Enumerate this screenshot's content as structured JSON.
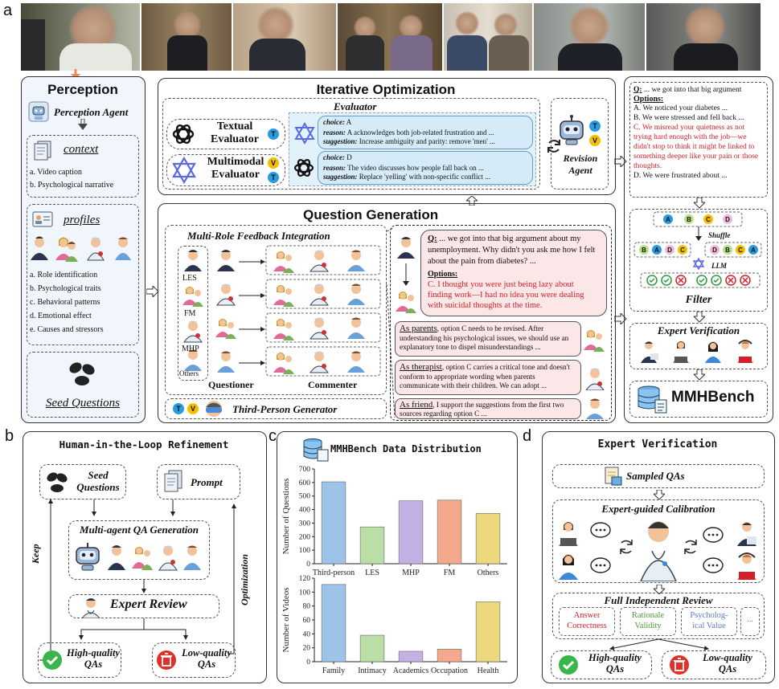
{
  "panels": {
    "a": "a",
    "b": "b",
    "c": "c",
    "d": "d"
  },
  "perception": {
    "title": "Perception",
    "agent": "Perception Agent",
    "context_title": "context",
    "context_items": [
      "a. Video caption",
      "b. Psychological narrative"
    ],
    "profiles_title": "profiles",
    "profile_items": [
      "a. Role identification",
      "b. Psychological traits",
      "c. Behavioral patterns",
      "d. Emotional effect",
      "e. Causes and stressors"
    ],
    "seed": "Seed Questions"
  },
  "iterative": {
    "title": "Iterative Optimization",
    "evaluator_title": "Evaluator",
    "textual": [
      "Textual",
      "Evaluator"
    ],
    "multimodal": [
      "Multimodal",
      "Evaluator"
    ],
    "eval1": {
      "choice_k": "choice:",
      "choice_v": " A",
      "reason_k": "reason:",
      "reason_v": " A acknowledges both job-related frustration and ...",
      "sugg_k": "suggestion:",
      "sugg_v": " Increase ambiguity and parity: remove 'men' ..."
    },
    "eval2": {
      "choice_k": "choice:",
      "choice_v": " D",
      "reason_k": "reason:",
      "reason_v": " The video discusses how people fall back on ...",
      "sugg_k": "suggestion:",
      "sugg_v": " Replace 'yelling' with non-specific conflict ..."
    },
    "revision": [
      "Revision",
      "Agent"
    ],
    "badge_t": "T",
    "badge_v": "V"
  },
  "question_gen": {
    "title": "Question Generation",
    "multi_role": "Multi-Role Feedback Integration",
    "roles": [
      "LES",
      "FM",
      "MHP",
      "Others"
    ],
    "questioner": "Questioner",
    "commenter": "Commenter",
    "third_person": "Third-Person Generator",
    "q_label": "Q:",
    "q_text": " ... we got into that big argument about my unemployment. Why didn't you ask me how I felt about the pain from diabetes? ...",
    "options_label": "Options:",
    "option_c": "C. I thought you were just being lazy about finding work—I had no idea you were dealing with suicidal thoughts at the time.",
    "fb1_label": "As parents",
    "fb1_text": ", option C needs to be revised. After understanding his psychological issues, we should use an explanatory tone to dispel misunderstandings ...",
    "fb2_label": "As therapist",
    "fb2_text": ", option C carries a critical tone and doesn't conform to appropriate wording when parents communicate with their children. We can adopt ...",
    "fb3_label": "As friend",
    "fb3_text": ", I support the suggestions from the first two sources regarding option C ..."
  },
  "right": {
    "q_label": "Q:",
    "q_text": " ... we got into that big argument",
    "options_label": "Options:",
    "opt_a": "A. We noticed your diabetes ...",
    "opt_b": "B. We were stressed and fell back ...",
    "opt_c": "C. We misread your quietness as not trying hard enough with the job—we didn't stop to think it might be linked to something deeper like your pain or those thoughts.",
    "opt_d": "D. We were frustrated about ...",
    "letters": [
      "A",
      "B",
      "C",
      "D"
    ],
    "shuffle": "Shuffle",
    "shuffled1": [
      "B",
      "A",
      "D",
      "C"
    ],
    "shuffled2": [
      "D",
      "B",
      "C",
      "A"
    ],
    "llm": "LLM",
    "filter": "Filter",
    "expert_verification": "Expert Verification",
    "mmhbench": "MMHBench"
  },
  "hitl": {
    "title": "Human-in-the-Loop Refinement",
    "seed": [
      "Seed",
      "Questions"
    ],
    "prompt": "Prompt",
    "multi_agent": "Multi-agent QA Generation",
    "expert_review": "Expert Review",
    "high": [
      "High-quality",
      "QAs"
    ],
    "low": [
      "Low-quality",
      "QAs"
    ],
    "keep": "Keep",
    "optimization": "Optimization"
  },
  "distribution": {
    "title": "MMHBench Data Distribution"
  },
  "chart_data": [
    {
      "type": "bar",
      "categories": [
        "Third-person",
        "LES",
        "MHP",
        "FM",
        "Others"
      ],
      "values": [
        605,
        272,
        465,
        470,
        372
      ],
      "ylabel": "Number of Questions",
      "ylim": [
        0,
        700
      ],
      "yticks": [
        0,
        100,
        200,
        300,
        400,
        500,
        600,
        700
      ],
      "colors": [
        "#9ec3e8",
        "#b9dfa6",
        "#c3b1e3",
        "#f4a88c",
        "#ecd97e"
      ],
      "grid": false
    },
    {
      "type": "bar",
      "categories": [
        "Family",
        "Intimacy",
        "Academics",
        "Occupation",
        "Health"
      ],
      "values": [
        111,
        38,
        15,
        18,
        86
      ],
      "ylabel": "Number of Videos",
      "ylim": [
        0,
        120
      ],
      "yticks": [
        0,
        20,
        40,
        60,
        80,
        100,
        120
      ],
      "colors": [
        "#9ec3e8",
        "#b9dfa6",
        "#c3b1e3",
        "#f4a88c",
        "#ecd97e"
      ],
      "grid": false
    }
  ],
  "expert": {
    "title": "Expert Verification",
    "sampled": "Sampled QAs",
    "calibration": "Expert-guided Calibration",
    "review": "Full Independent Review",
    "answer": [
      "Answer",
      "Correctness"
    ],
    "rationale": [
      "Rationale",
      "Validity"
    ],
    "psych": [
      "Psycholog-",
      "ical Value"
    ],
    "more": "...",
    "high": [
      "High-quality",
      "QAs"
    ],
    "low": [
      "Low-quality",
      "QAs"
    ],
    "colors": {
      "answer": "#d0202a",
      "rationale": "#4a9a3a",
      "psych": "#5a7ac8"
    }
  }
}
